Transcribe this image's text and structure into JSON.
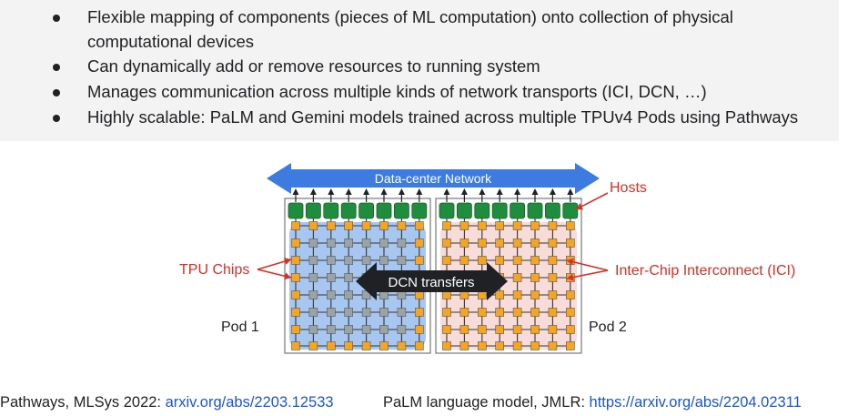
{
  "bullets": [
    "Flexible mapping of components (pieces of ML computation) onto collection of physical computational devices",
    "Can dynamically add or remove resources to running system",
    "Manages communication across multiple kinds of network transports (ICI, DCN, …)",
    "Highly scalable: PaLM and Gemini models trained across multiple TPUv4 Pods using Pathways"
  ],
  "diagram": {
    "network_label": "Data-center Network",
    "hosts_label": "Hosts",
    "tpu_chips_label": "TPU Chips",
    "ici_label": "Inter-Chip Interconnect (ICI)",
    "dcn_label": "DCN transfers",
    "pod1_label": "Pod 1",
    "pod2_label": "Pod 2",
    "colors": {
      "network_arrow": "#3d7be0",
      "host": "#1e8e3e",
      "chip_pod1": "#9aa3a6",
      "chip_pod2": "#f4a522",
      "pod1_fill": "#a8c7f0",
      "pod2_fill": "#f8dcd9",
      "annotation": "#d93025",
      "dcn_arrow": "#202124"
    }
  },
  "footer": {
    "ref1_prefix": "Pathways, MLSys 2022: ",
    "ref1_link": "arxiv.org/abs/2203.12533",
    "ref2_prefix": "PaLM language model, JMLR: ",
    "ref2_link": "https://arxiv.org/abs/2204.02311"
  }
}
